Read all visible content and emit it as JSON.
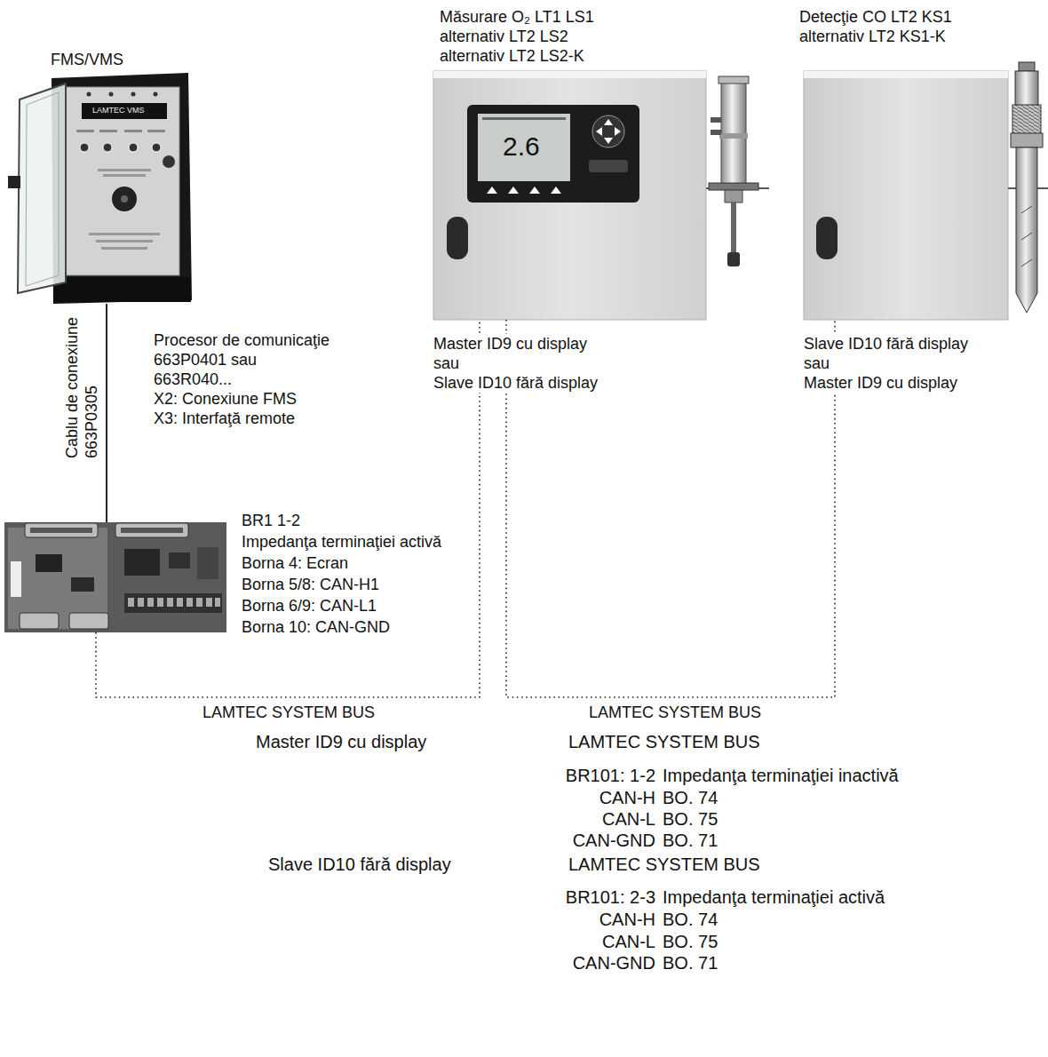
{
  "diagram": {
    "nodes": [
      {
        "text": [
          "FMS/VMS"
        ]
      },
      {
        "text": [
          "Procesor de comunicaţie 663P0401 sau 663R040...",
          "X2: Conexiune FMS",
          "X3: Interfaţă remote",
          "BR1 1-2",
          "Impedanţa terminaţiei activă",
          "Borna 4: Ecran",
          "Borna 5/8: CAN-H1",
          "Borna 6/9: CAN-L1",
          "Borna 10: CAN-GND"
        ]
      },
      {
        "text": [
          "Măsurare O₂ LT1 LS1",
          "alternativ LT2 LS2",
          "alternativ LT2 LS2-K",
          "Master ID9 cu display",
          "sau",
          "Slave ID10 fără display"
        ]
      },
      {
        "text": [
          "Detecţie CO LT2 KS1",
          "alternativ LT2 KS1-K",
          "Slave ID10 fără display",
          "sau",
          "Master ID9 cu display"
        ]
      }
    ],
    "edges": [
      {
        "from": 0,
        "to": 1,
        "label": "Cablu de conexiune 663P0305",
        "arrow": "none"
      },
      {
        "from": 1,
        "to": 2,
        "label": "LAMTEC SYSTEM BUS",
        "arrow": "none"
      },
      {
        "from": 2,
        "to": 3,
        "label": "LAMTEC SYSTEM BUS",
        "arrow": "none"
      }
    ],
    "labels": [
      "2.6",
      "LAMTEC VMS",
      "Master ID9 cu display",
      "LAMTEC SYSTEM BUS",
      "BR101: 1-2",
      "Impedanţa terminaţiei inactivă",
      "CAN-H",
      "BO. 74",
      "CAN-L",
      "BO. 75",
      "CAN-GND",
      "BO. 71",
      "Slave ID10 fără display",
      "LAMTEC SYSTEM BUS",
      "BR101: 2-3",
      "Impedanţa terminaţiei activă",
      "CAN-H",
      "BO. 74",
      "CAN-L",
      "BO. 75",
      "CAN-GND",
      "BO. 71"
    ]
  }
}
